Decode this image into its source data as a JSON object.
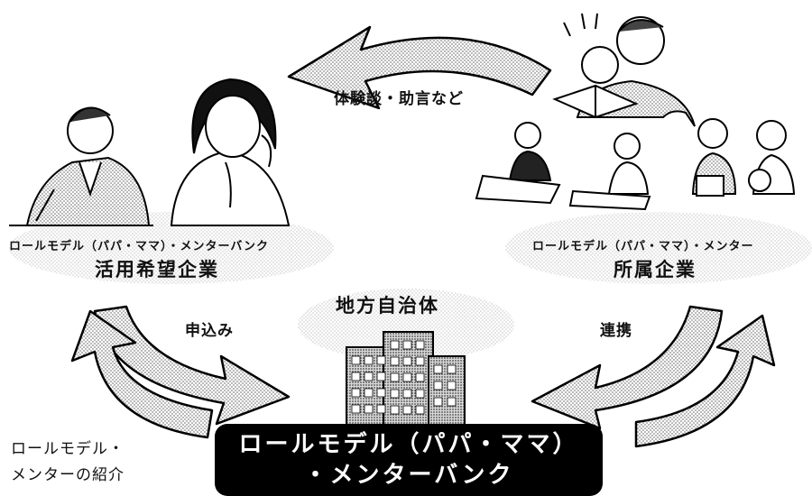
{
  "left_company": {
    "subtitle": "ロールモデル（パパ・ママ）・メンターバンク",
    "title": "活用希望企業"
  },
  "right_company": {
    "subtitle": "ロールモデル（パパ・ママ）・メンター",
    "title": "所属企業"
  },
  "center": {
    "municipality": "地方自治体",
    "bank_line1": "ロールモデル（パパ・ママ）",
    "bank_line2": "・メンターバンク"
  },
  "flows": {
    "top": "体験談・助言など",
    "left": "申込み",
    "right": "連携",
    "bottom_left_1": "ロールモデル・",
    "bottom_left_2": "メンターの紹介"
  }
}
